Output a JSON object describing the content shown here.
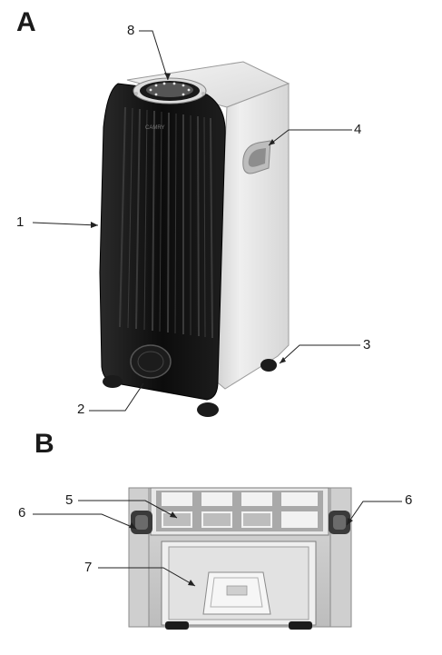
{
  "sections": {
    "a": {
      "letter": "A"
    },
    "b": {
      "letter": "B"
    }
  },
  "callouts": {
    "c1": "1",
    "c2": "2",
    "c3": "3",
    "c4": "4",
    "c5": "5",
    "c6_left": "6",
    "c6_right": "6",
    "c7": "7",
    "c8": "8"
  },
  "device": {
    "brand_label": "CAMRY"
  },
  "colors": {
    "body_black": "#111111",
    "body_white": "#e9e9e9",
    "line": "#222222"
  }
}
